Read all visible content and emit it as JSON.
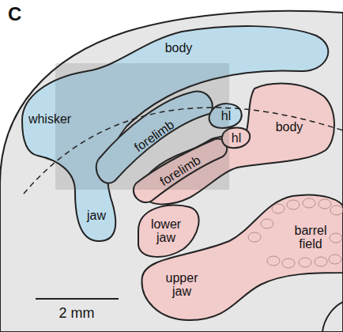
{
  "diagram": {
    "nodes": [
      {
        "text": [
          "body",
          "whisker",
          "jaw"
        ]
      },
      {
        "text": [
          "forelimb"
        ],
        "in": 0
      },
      {
        "text": [
          "hl"
        ],
        "in": 0
      },
      {
        "text": [
          "body"
        ]
      },
      {
        "text": [
          "forelimb"
        ],
        "in": 3
      },
      {
        "text": [
          "hl"
        ],
        "in": 3
      },
      {
        "text": [
          "lower jaw"
        ]
      },
      {
        "text": [
          "barrel field",
          "upper jaw"
        ]
      }
    ],
    "labels": [
      "C",
      "2 mm"
    ]
  }
}
